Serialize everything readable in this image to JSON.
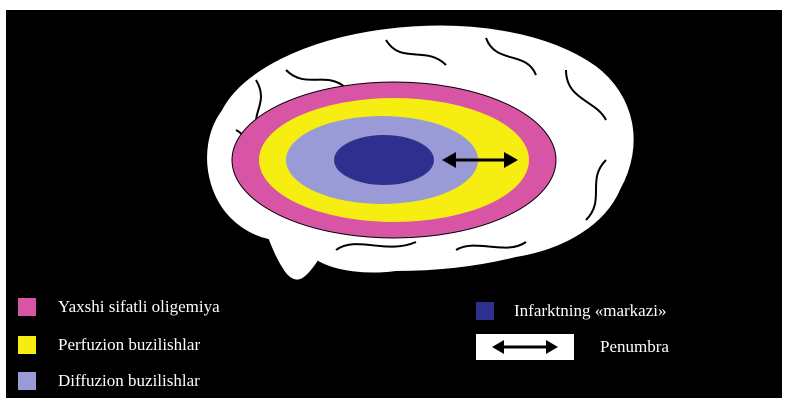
{
  "figure": {
    "legend": {
      "oligemia": {
        "label": "Yaxshi sifatli oligemiya",
        "color": "#d855a6",
        "icon": "square-swatch"
      },
      "perfusion": {
        "label": "Perfuzion buzilishlar",
        "color": "#f7ee11",
        "icon": "square-swatch"
      },
      "diffusion": {
        "label": "Diffuzion buzilishlar",
        "color": "#9a9ad6",
        "icon": "square-swatch"
      },
      "core": {
        "label": "Infarktning «markazi»",
        "color": "#2f2f8f",
        "icon": "square-swatch"
      },
      "penumbra": {
        "label": "Penumbra",
        "icon": "double-headed-arrow-icon"
      }
    },
    "zones": {
      "outer_color": "#d855a6",
      "middle_color": "#f7ee11",
      "inner_color": "#9a9ad6",
      "core_color": "#2f2f8f"
    }
  }
}
